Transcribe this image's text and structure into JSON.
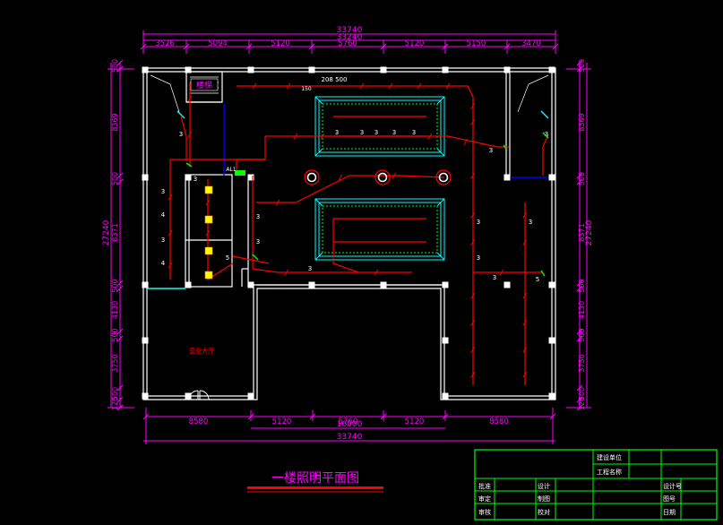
{
  "colors": {
    "background": "#000000",
    "wall": "#ffffff",
    "dimension": "#ff00ff",
    "circuit": "#ff0000",
    "ceiling_trim": "#00ffff",
    "title_block": "#00ff00",
    "stair_line": "#0000ff",
    "fixture": "#ffff00"
  },
  "drawing": {
    "title": "一楼照明平面图",
    "room_labels": {
      "stair": "楼梯",
      "lobby": "营业大厅"
    },
    "circuit_labels": {
      "panel": "AL1",
      "main_branch": "208 500",
      "branch_box": "150"
    },
    "wire_count_labels": [
      "3",
      "4",
      "5"
    ]
  },
  "dimensions": {
    "top_total_a": "33740",
    "top_total_b": "33240",
    "top_segments": [
      "3526",
      "5094",
      "5120",
      "5760",
      "5120",
      "5150",
      "3470"
    ],
    "bottom_segments": [
      "8580",
      "5120",
      "5760",
      "5120",
      "8580"
    ],
    "bottom_sub": "16000",
    "bottom_total": "33740",
    "left_outer": "27240",
    "left_segments": [
      "500",
      "8369",
      "500",
      "8371",
      "500",
      "4130",
      "500",
      "3750",
      "500",
      "120"
    ],
    "right_outer": "27240",
    "right_segments": [
      "500",
      "8369",
      "500",
      "8371",
      "500",
      "4130",
      "500",
      "3750",
      "500",
      "120"
    ]
  },
  "title_block": {
    "rows": [
      [
        "",
        "",
        "建设单位",
        ""
      ],
      [
        "",
        "",
        "工程名称",
        ""
      ],
      [
        "批准",
        "设计",
        "",
        "设计号"
      ],
      [
        "审定",
        "制图",
        "",
        "图号"
      ],
      [
        "审核",
        "校对",
        "",
        "日期"
      ]
    ]
  }
}
